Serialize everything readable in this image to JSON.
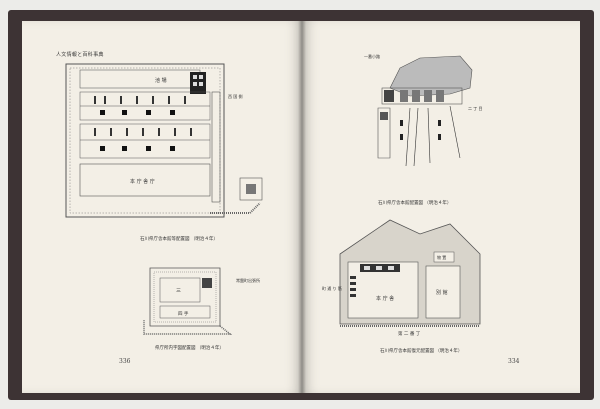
{
  "book": {
    "running_head": "人文情報と百科事典",
    "left_page_number": "336",
    "right_page_number": "334"
  },
  "left_page": {
    "figure_top_caption": "石川県庁舎本館等配置図 （明治４年）",
    "figure_bottom_caption": "県庁所内字図配置図 （明治４年）",
    "top_labels": {
      "north_yard": "池 場",
      "central_hall": "本 庁 舎 庁 ",
      "side_note": "西 国 側"
    },
    "bottom_labels": {
      "block_a": "三",
      "block_b": "四 手",
      "side_note": "常盤町出張所"
    }
  },
  "right_page": {
    "figure_top_caption": "石川県庁舎本館配置図 （明治４年）",
    "figure_bottom_caption": "石川県庁舎本館復元配置図 （明治４年）",
    "top_labels": {
      "north_label": "一番小路",
      "right_label": "二 丁 目"
    },
    "bottom_labels": {
      "main_hall": "本 庁 舎",
      "annex": "別 館",
      "storehouse": "物 置",
      "street": "第 二 番 丁",
      "side": "町 通 り 筋"
    }
  }
}
